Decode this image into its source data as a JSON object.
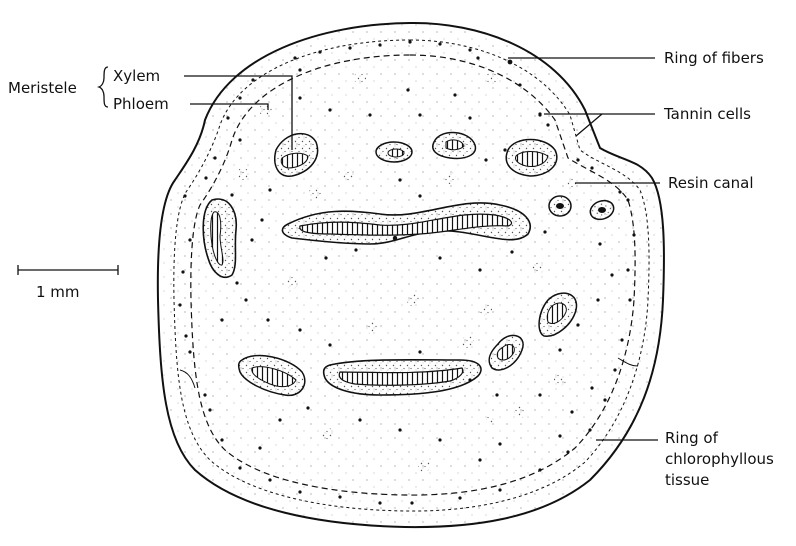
{
  "labels": {
    "meristele": "Meristele",
    "xylem": "Xylem",
    "phloem": "Phloem",
    "ring_of_fibers": "Ring of fibers",
    "tannin_cells": "Tannin cells",
    "resin_canal": "Resin canal",
    "ring_chloro_line1": "Ring of",
    "ring_chloro_line2": "chlorophyllous",
    "ring_chloro_line3": "tissue",
    "scale_bar": "1 mm"
  },
  "colors": {
    "ink": "#111111",
    "paper": "#ffffff",
    "stipple": "#555555"
  }
}
